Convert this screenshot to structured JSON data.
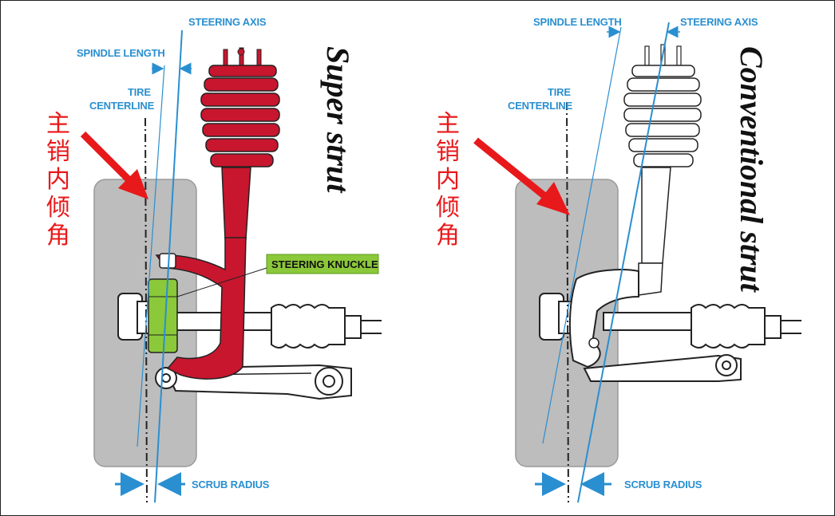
{
  "left": {
    "title": "Super strut",
    "label_steering_axis": "STEERING AXIS",
    "label_spindle_length": "SPINDLE LENGTH",
    "label_tire": "TIRE",
    "label_centerline": "CENTERLINE",
    "label_steering_knuckle": "STEERING KNUCKLE",
    "label_scrub_radius": "SCRUB RADIUS",
    "annotation_chars": [
      "主",
      "销",
      "内",
      "倾",
      "角"
    ]
  },
  "right": {
    "title": "Conventional strut",
    "label_steering_axis": "STEERING AXIS",
    "label_spindle_length": "SPINDLE LENGTH",
    "label_tire": "TIRE",
    "label_centerline": "CENTERLINE",
    "label_scrub_radius": "SCRUB RADIUS",
    "annotation_chars": [
      "主",
      "销",
      "内",
      "倾",
      "角"
    ]
  },
  "colors": {
    "axis_blue": "#2a8fd0",
    "strut_red": "#c8162e",
    "knuckle_green": "#8bc83a",
    "arrow_red": "#e8191b",
    "tire_gray": "#bdbdbd"
  }
}
